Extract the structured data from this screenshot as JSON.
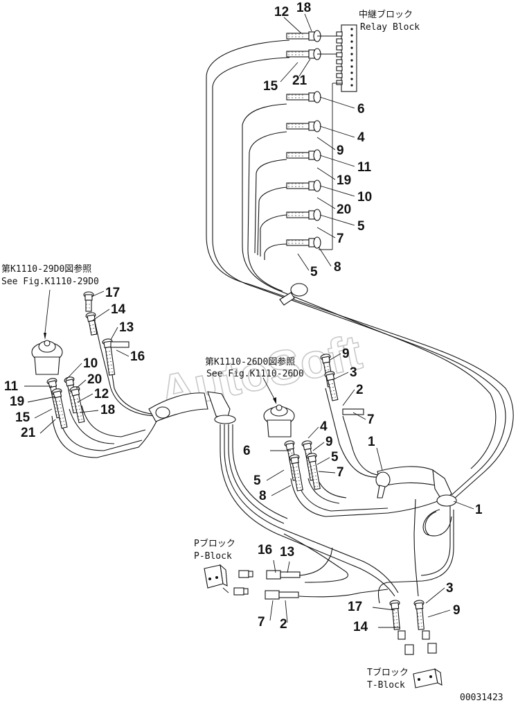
{
  "relay_block": {
    "ja": "中継ブロック",
    "en": "Relay Block"
  },
  "ref_left": {
    "ja": "第K1110-29D0図参照",
    "en": "See Fig.K1110-29D0"
  },
  "ref_center": {
    "ja": "第K1110-26D0図参照",
    "en": "See Fig.K1110-26D0"
  },
  "p_block": {
    "ja": "Pブロック",
    "en": "P-Block"
  },
  "t_block": {
    "ja": "Tブロック",
    "en": "T-Block"
  },
  "watermark": "AutoSoft",
  "drawing_number": "00031423",
  "part_numbers": {
    "rb_12": "12",
    "rb_18": "18",
    "rb_15": "15",
    "rb_21": "21",
    "rb_6": "6",
    "rb_4": "4",
    "rb_9": "9",
    "rb_11": "11",
    "rb_19": "19",
    "rb_10": "10",
    "rb_20": "20",
    "rb_5": "5",
    "rb_7": "7",
    "rb_8": "8",
    "rb_5b": "5",
    "lv_17": "17",
    "lv_14": "14",
    "lv_13": "13",
    "lv_16": "16",
    "lv_10": "10",
    "lv_20": "20",
    "lv_12": "12",
    "lv_18": "18",
    "lv_11": "11",
    "lv_19": "19",
    "lv_15": "15",
    "lv_21": "21",
    "cv_9": "9",
    "cv_3": "3",
    "cv_2": "2",
    "cv_7": "7",
    "cv_4": "4",
    "cv_9b": "9",
    "cv_6": "6",
    "cv_5": "5",
    "cv_7b": "7",
    "cv_5b": "5",
    "cv_8": "8",
    "cl_1": "1",
    "cl_1b": "1",
    "pb_16": "16",
    "pb_13": "13",
    "pb_7": "7",
    "pb_2": "2",
    "tb_17": "17",
    "tb_14": "14",
    "tb_3": "3",
    "tb_9": "9"
  }
}
